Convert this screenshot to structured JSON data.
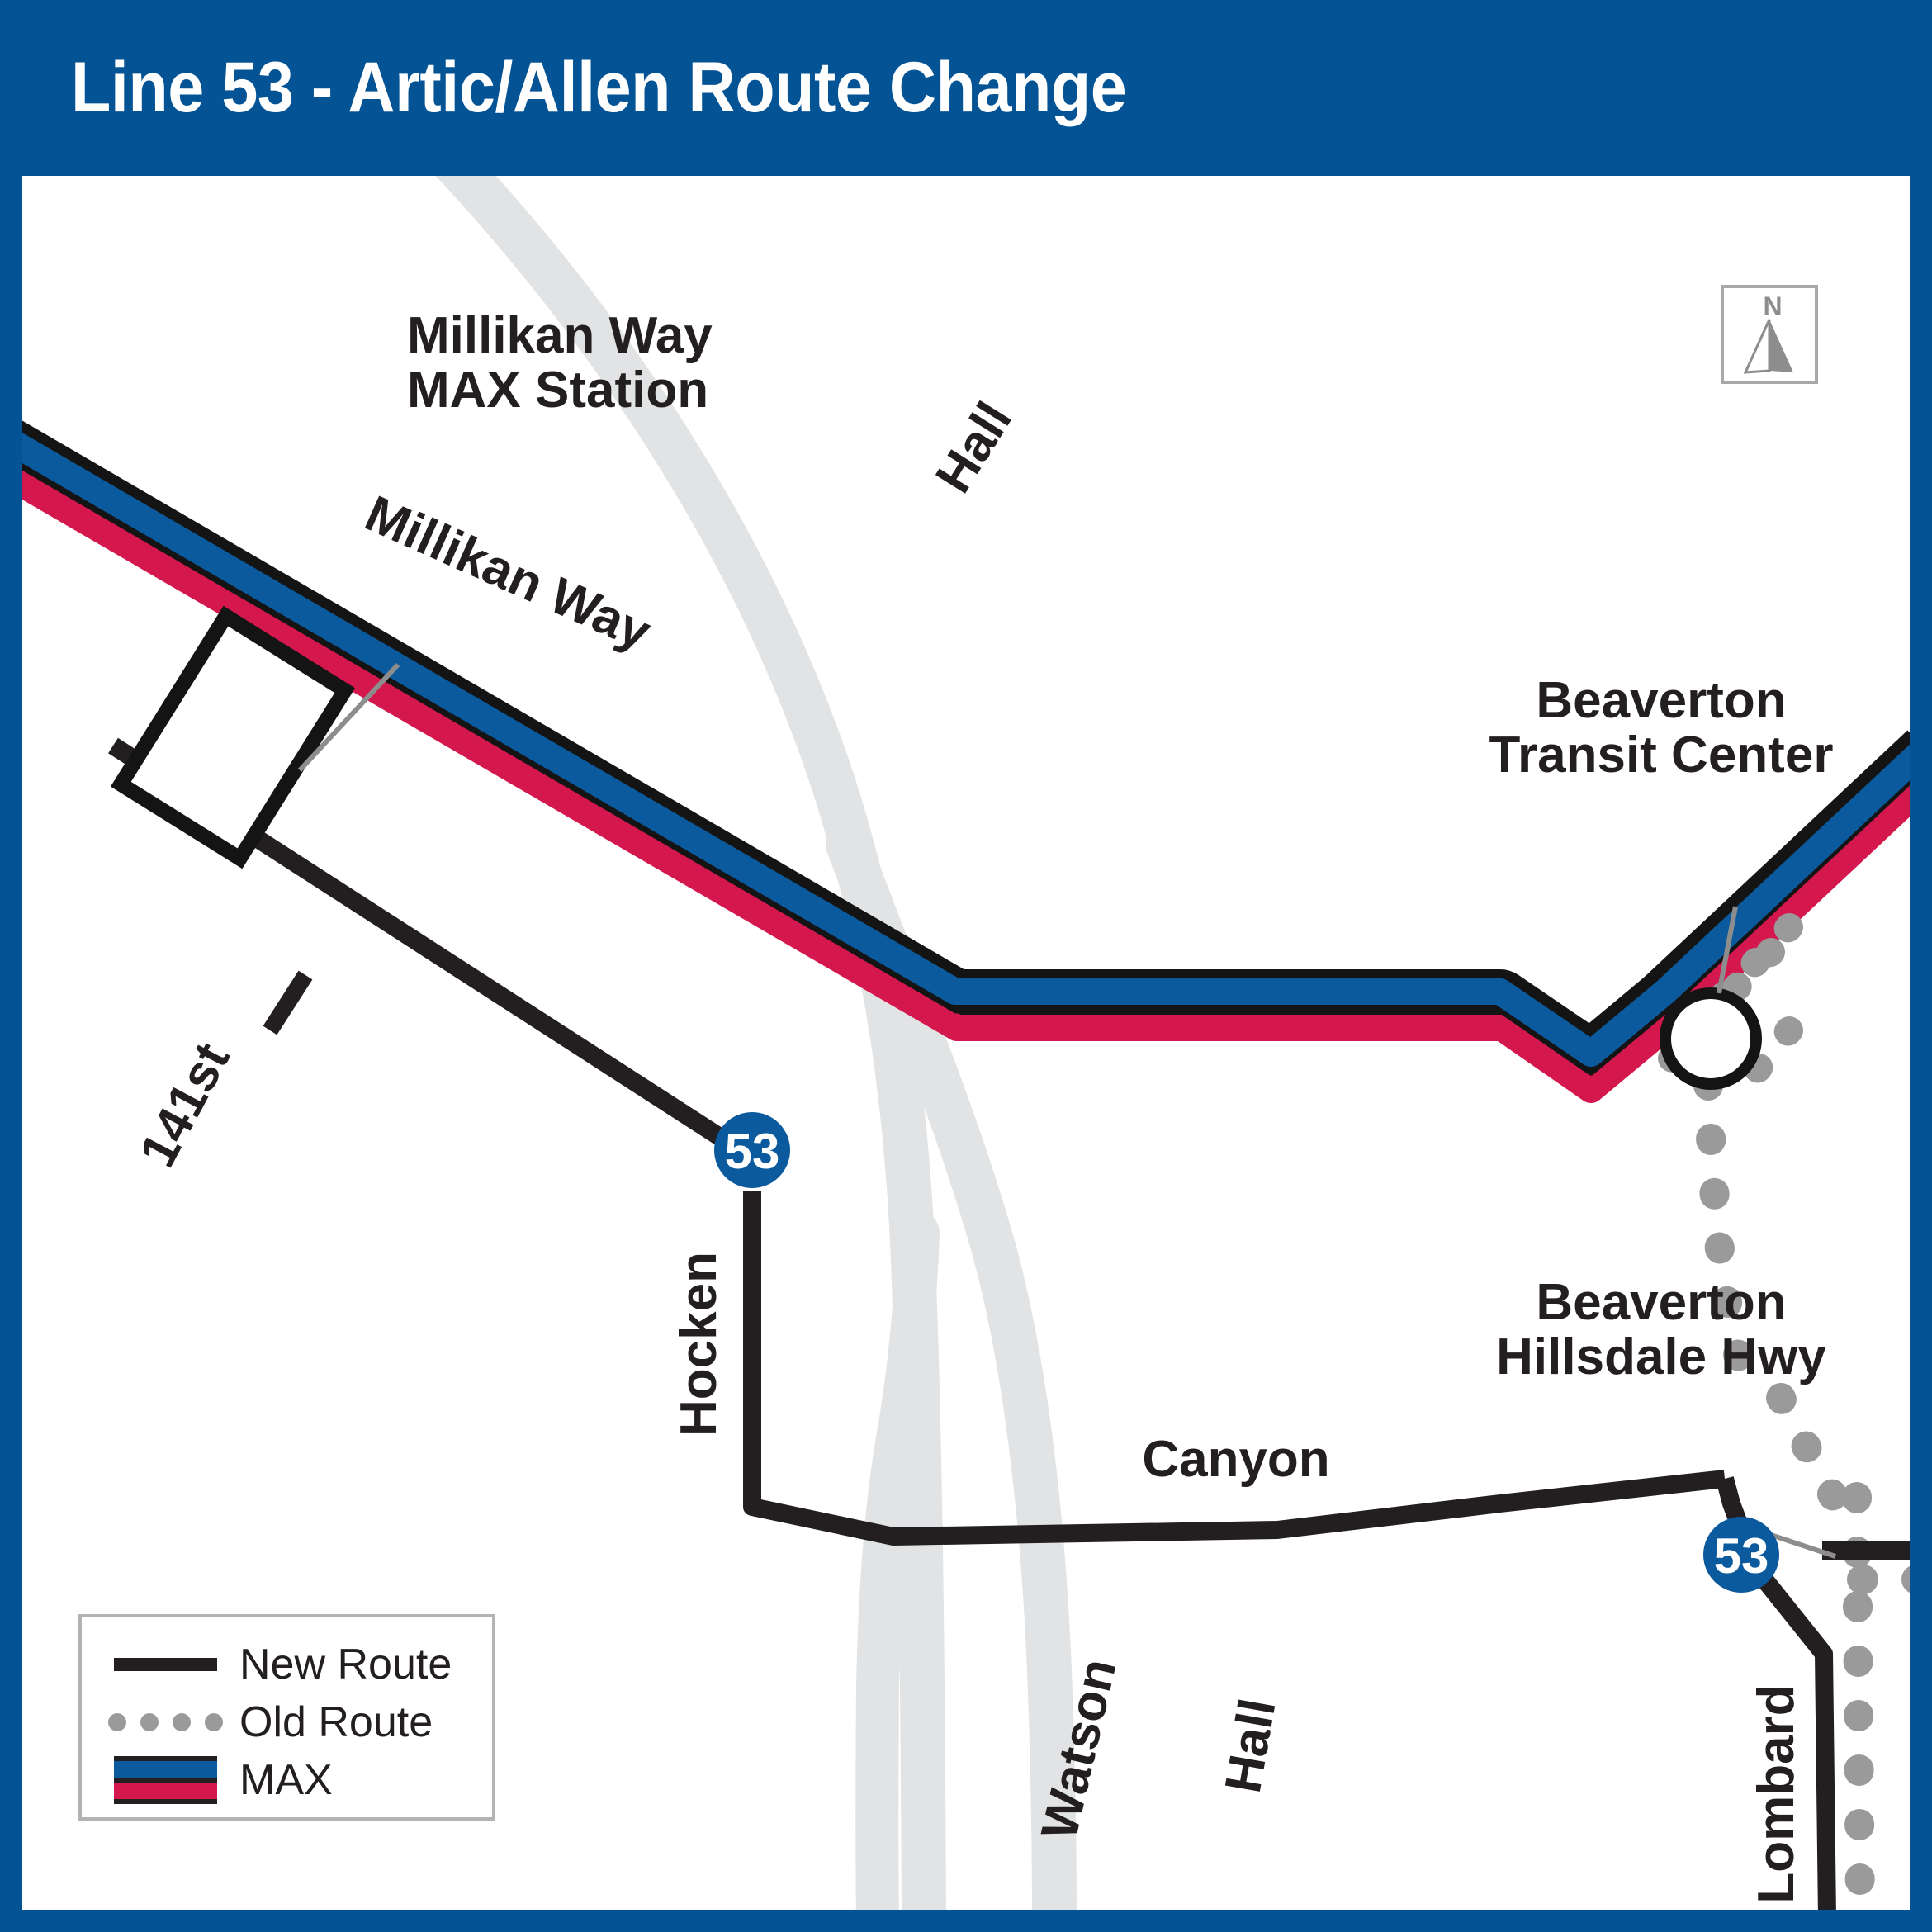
{
  "header": {
    "title": "Line 53 - Artic/Allen Route Change"
  },
  "colors": {
    "header_blue": "#045395",
    "max_blue": "#0b5a9e",
    "max_red": "#d4174c",
    "route_black": "#231f20",
    "old_route_gray": "#9a9a9a",
    "background_road_gray": "#e2e3e4",
    "badge_blue": "#0b5a9e",
    "legend_border": "#b3b3b3",
    "compass_gray": "#8d8d8d"
  },
  "compass": {
    "north_label": "N",
    "icon": "north-arrow-icon"
  },
  "legend": {
    "items": [
      {
        "label": "New Route",
        "style": "solid-black-line"
      },
      {
        "label": "Old Route",
        "style": "gray-dotted-line"
      },
      {
        "label": "MAX",
        "style": "blue-red-double-line"
      }
    ]
  },
  "map": {
    "place_labels": [
      {
        "name": "millikan-way-max-station",
        "text_line1": "Millikan Way",
        "text_line2": "MAX Station"
      },
      {
        "name": "beaverton-transit-center",
        "text_line1": "Beaverton",
        "text_line2": "Transit Center"
      },
      {
        "name": "beaverton-hillsdale-hwy",
        "text_line1": "Beaverton",
        "text_line2": "Hillsdale Hwy"
      }
    ],
    "road_labels": [
      {
        "name": "hall-upper",
        "text": "Hall",
        "rotation": -58
      },
      {
        "name": "millikan-way",
        "text": "Millikan Way",
        "rotation": 24
      },
      {
        "name": "141st",
        "text": "141st",
        "rotation": -62
      },
      {
        "name": "hocken",
        "text": "Hocken",
        "rotation": -90
      },
      {
        "name": "canyon",
        "text": "Canyon",
        "rotation": 0
      },
      {
        "name": "watson",
        "text": "Watson",
        "rotation": -77
      },
      {
        "name": "hall-lower",
        "text": "Hall",
        "rotation": -80
      },
      {
        "name": "lombard",
        "text": "Lombard",
        "rotation": -90
      }
    ],
    "route_badges": [
      {
        "name": "route-badge-hocken",
        "text": "53"
      },
      {
        "name": "route-badge-bh-hwy",
        "text": "53"
      }
    ],
    "station_markers": [
      {
        "name": "millikan-way-station-marker",
        "shape": "rotated-rectangle"
      },
      {
        "name": "beaverton-transit-center-marker",
        "shape": "circle"
      }
    ]
  }
}
